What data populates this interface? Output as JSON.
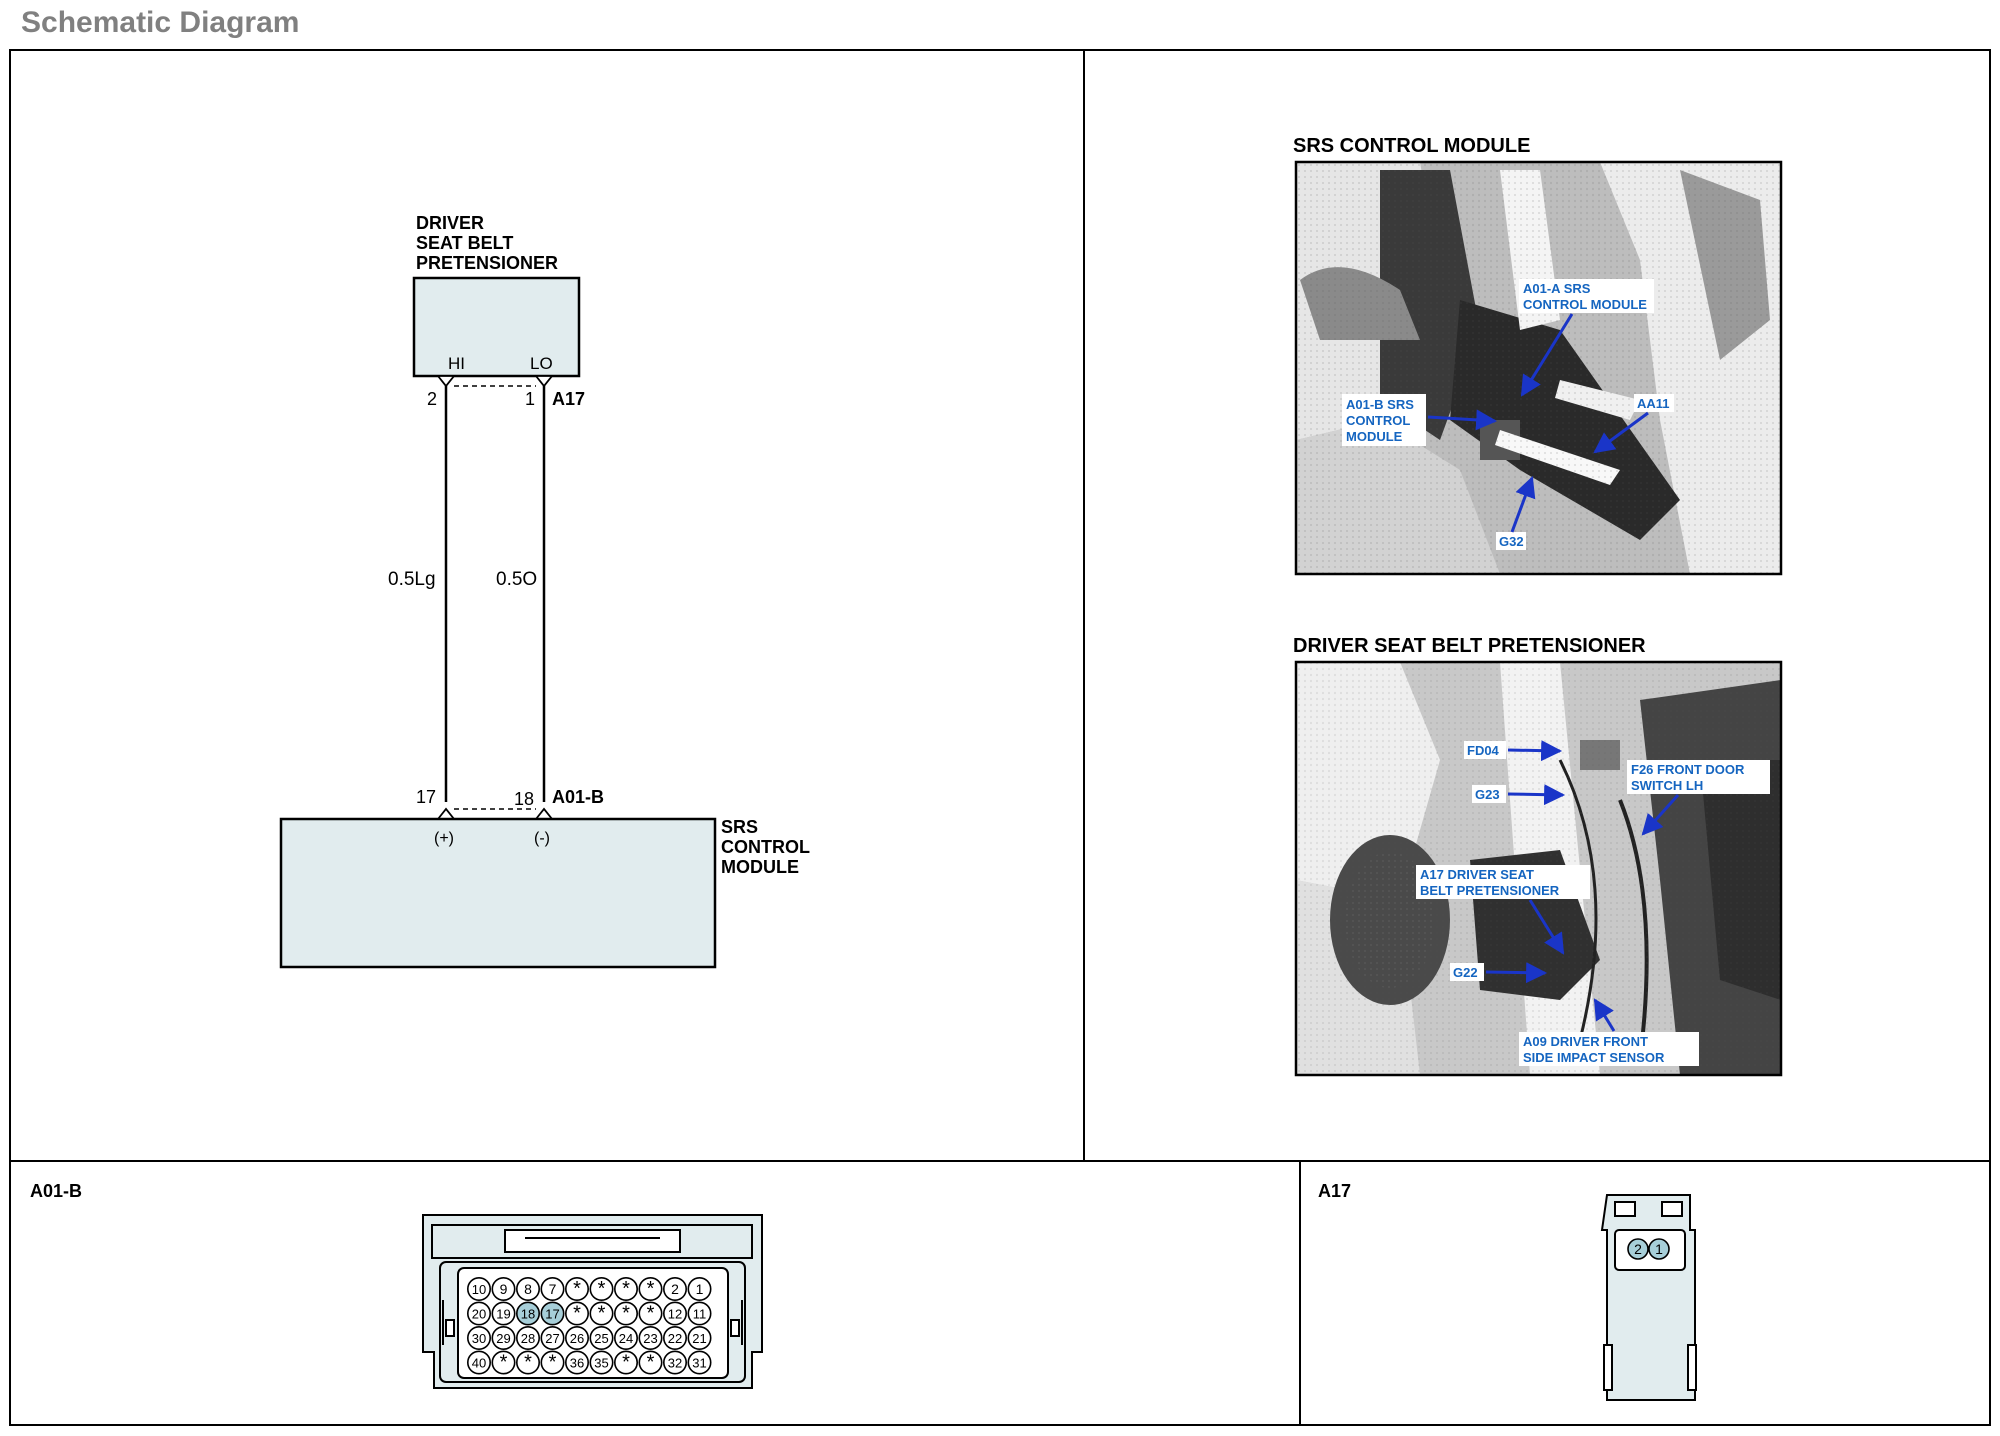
{
  "page_title": "Schematic Diagram",
  "schematic": {
    "pretensioner_label": [
      "DRIVER",
      "SEAT BELT",
      "PRETENSIONER"
    ],
    "pin_hi": "HI",
    "pin_lo": "LO",
    "pin_2": "2",
    "pin_1": "1",
    "connector_a17": "A17",
    "wire_left": "0.5Lg",
    "wire_right": "0.5O",
    "pin_17": "17",
    "pin_18": "18",
    "connector_a01b": "A01-B",
    "pin_plus": "(+)",
    "pin_minus": "(-)",
    "module_label": [
      "SRS",
      "CONTROL",
      "MODULE"
    ]
  },
  "photos": {
    "srs": {
      "title": "SRS CONTROL MODULE",
      "callouts": {
        "a01a": [
          "A01-A SRS",
          "CONTROL MODULE"
        ],
        "a01b": [
          "A01-B SRS",
          "CONTROL",
          "MODULE"
        ],
        "aa11": "AA11",
        "g32": "G32"
      }
    },
    "pretensioner": {
      "title": "DRIVER SEAT BELT PRETENSIONER",
      "callouts": {
        "fd04": "FD04",
        "g23": "G23",
        "f26": [
          "F26 FRONT DOOR",
          "SWITCH LH"
        ],
        "a17": [
          "A17 DRIVER SEAT",
          "BELT PRETENSIONER"
        ],
        "g22": "G22",
        "a09": [
          "A09 DRIVER FRONT",
          "SIDE IMPACT SENSOR"
        ]
      }
    }
  },
  "connectors": {
    "a01b": {
      "label": "A01-B",
      "rows": [
        [
          "10",
          "9",
          "8",
          "7",
          "*",
          "*",
          "*",
          "*",
          "2",
          "1"
        ],
        [
          "20",
          "19",
          "18",
          "17",
          "*",
          "*",
          "*",
          "*",
          "12",
          "11"
        ],
        [
          "30",
          "29",
          "28",
          "27",
          "26",
          "25",
          "24",
          "23",
          "22",
          "21"
        ],
        [
          "40",
          "*",
          "*",
          "*",
          "36",
          "35",
          "*",
          "*",
          "32",
          "31"
        ]
      ],
      "highlighted_pins": [
        "18",
        "17"
      ]
    },
    "a17": {
      "label": "A17",
      "pins": [
        "2",
        "1"
      ],
      "highlighted_pins": [
        "2",
        "1"
      ]
    }
  },
  "colors": {
    "component_fill": "#e1ecee",
    "callout_text": "#1565c0",
    "callout_arrow": "#1a35c8",
    "pin_highlight": "#a7cfd9",
    "title_gray": "#808080"
  }
}
